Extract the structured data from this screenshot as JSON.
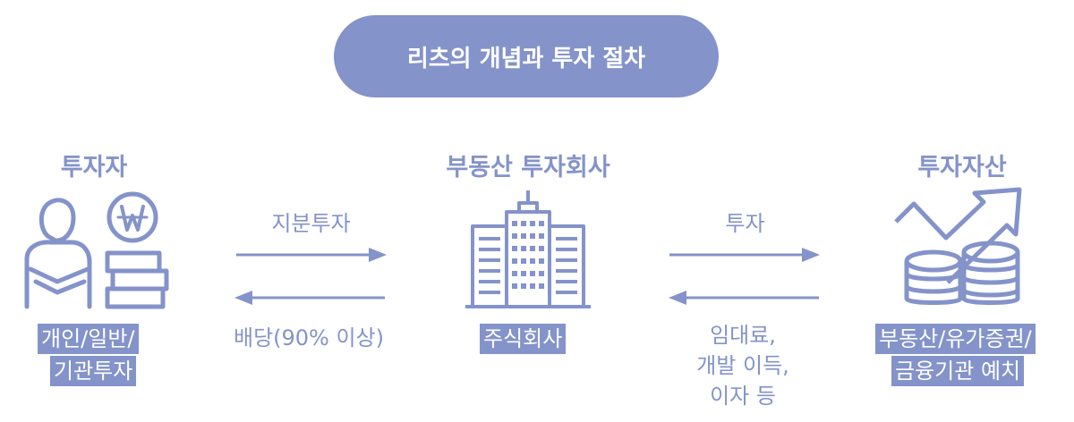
{
  "title": "리츠의 개념과 투자 절차",
  "investor": {
    "heading": "투자자",
    "tags": [
      "개인/일반/",
      "기관투자"
    ],
    "icon": "person-with-coins-icon"
  },
  "company": {
    "heading": "부동산 투자회사",
    "tags": [
      "주식회사"
    ],
    "icon": "office-building-icon"
  },
  "asset": {
    "heading": "투자자산",
    "tags": [
      "부동산/유가증권/",
      "금융기관 예치"
    ],
    "icon": "coins-growth-arrow-icon"
  },
  "flows": {
    "equity_investment": "지분투자",
    "dividend": "배당(90% 이상)",
    "investment": "투자",
    "returns": [
      "임대료,",
      "개발 이득,",
      "이자 등"
    ]
  },
  "colors": {
    "accent": "#8493c9"
  }
}
